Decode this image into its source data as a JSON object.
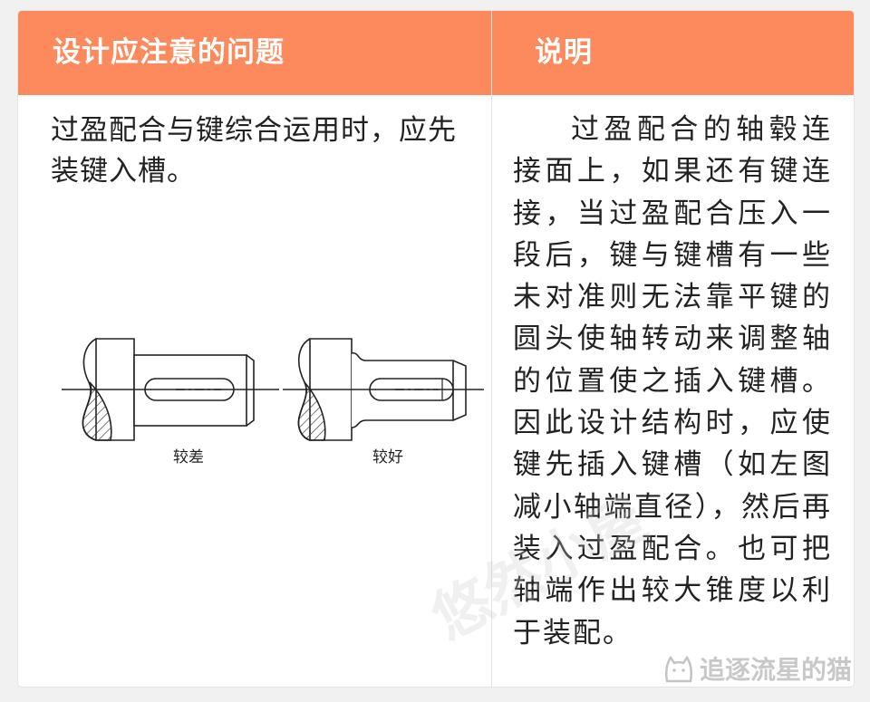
{
  "table": {
    "headers": [
      "设计应注意的问题",
      "说明"
    ],
    "issue_text": "过盈配合与键综合运用时，应先装键入槽。",
    "figure_captions": [
      "较差",
      "较好"
    ],
    "explanation": "过盈配合的轴毂连接面上，如果还有键连接，当过盈配合压入一段后，键与键槽有一些未对准则无法靠平键的圆头使轴转动来调整轴的位置使之插入键槽。因此设计结构时，应使键先插入键槽（如左图减小轴端直径），然后再装入过盈配合。也可把轴端作出较大锥度以利于装配。"
  },
  "watermark": "悠然小屋",
  "logo": {
    "icon": "cat-icon",
    "text": "追逐流星的猫"
  },
  "colors": {
    "header_bg": "#fd8a5c",
    "header_text": "#ffffff",
    "body_text": "#222222"
  }
}
